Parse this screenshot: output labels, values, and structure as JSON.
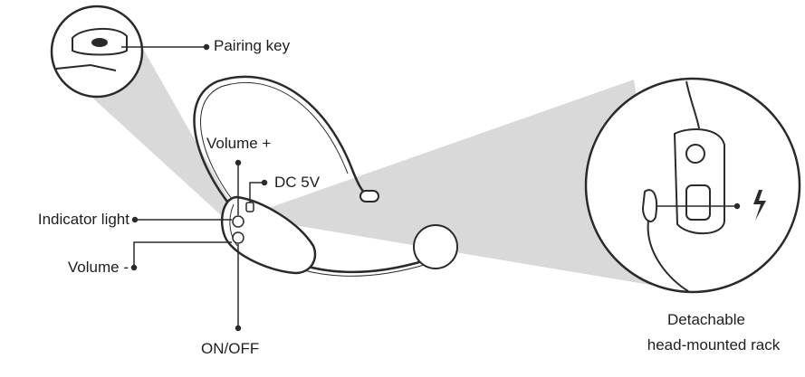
{
  "labels": {
    "pairing_key": "Pairing key",
    "volume_plus": "Volume +",
    "dc_5v": "DC 5V",
    "indicator_light": "Indicator light",
    "volume_minus": "Volume -",
    "on_off": "ON/OFF",
    "detachable_line1": "Detachable",
    "detachable_line2": "head-mounted rack"
  },
  "colors": {
    "stroke": "#2a2a2a",
    "shade": "#d9d9d9",
    "background": "#ffffff"
  }
}
